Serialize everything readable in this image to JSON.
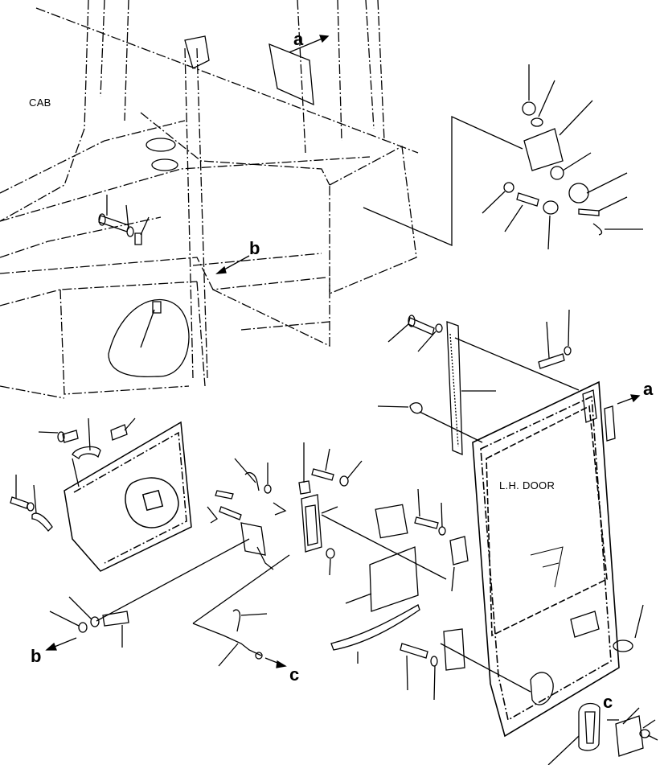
{
  "labels": {
    "cab": "CAB",
    "lh_door": "L.H. DOOR"
  },
  "refs": {
    "a_top": "a",
    "a_right": "a",
    "b_mid": "b",
    "b_left": "b",
    "c_bottom": "c",
    "c_right": "c"
  },
  "colors": {
    "ink": "#000000",
    "background": "#ffffff"
  }
}
